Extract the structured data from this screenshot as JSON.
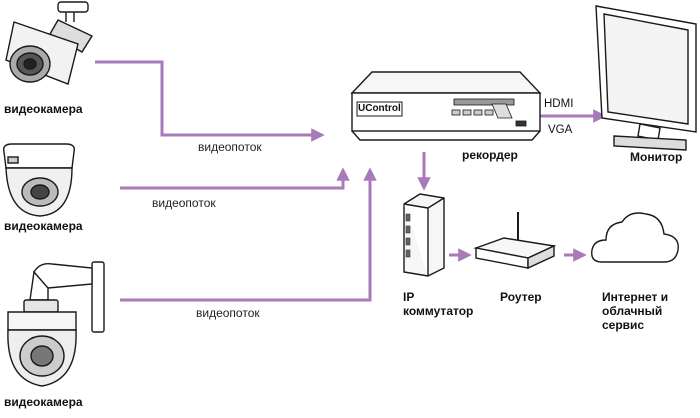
{
  "colors": {
    "flow": "#a87ab8",
    "device_stroke": "#1a1a1a",
    "device_fill": "#ffffff"
  },
  "cameras": [
    {
      "label": "видеокамера",
      "icon": "bullet-camera-icon",
      "stream_label": "видеопоток"
    },
    {
      "label": "видеокамера",
      "icon": "dome-camera-icon",
      "stream_label": "видеопоток"
    },
    {
      "label": "видеокамера",
      "icon": "ptz-camera-icon",
      "stream_label": "видеопоток"
    }
  ],
  "recorder": {
    "label": "рекордер",
    "brand": "UControl",
    "icon": "dvr-recorder-icon"
  },
  "monitor": {
    "label": "Монитор",
    "icon": "monitor-icon",
    "outputs": [
      "HDMI",
      "VGA"
    ]
  },
  "switch": {
    "label_line1": "IP",
    "label_line2": "коммутатор",
    "icon": "network-switch-icon"
  },
  "router": {
    "label": "Роутер",
    "icon": "router-icon"
  },
  "cloud": {
    "label_line1": "Интернет и",
    "label_line2": "облачный",
    "label_line3": "сервис",
    "icon": "cloud-icon"
  }
}
